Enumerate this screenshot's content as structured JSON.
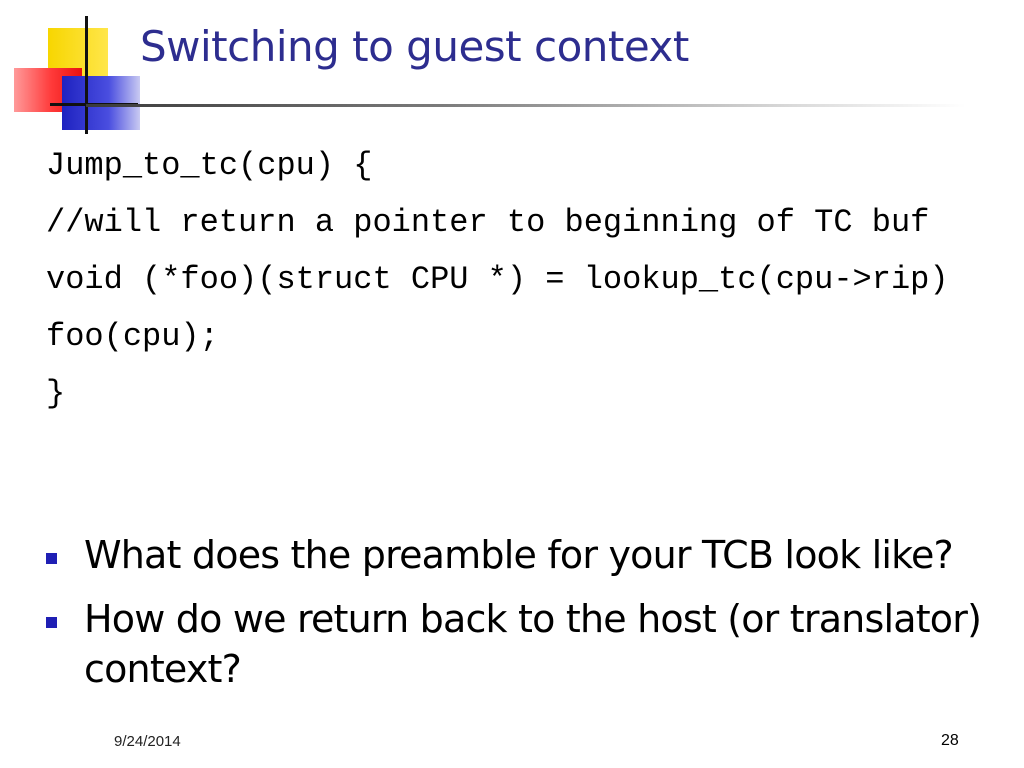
{
  "slide": {
    "title": "Switching to guest context",
    "code_lines": [
      "Jump_to_tc(cpu) {",
      "//will return a pointer to beginning of TC buf",
      "void (*foo)(struct CPU *) = lookup_tc(cpu->rip)",
      "foo(cpu);",
      "}"
    ],
    "bullets": [
      "What does the preamble for your TCB look like?",
      "How do we return back to the host (or translator) context?"
    ],
    "footer": {
      "date": "9/24/2014",
      "page_number": "28"
    }
  },
  "colors": {
    "title": "#2d2d8f",
    "bullet_marker": "#1f1fb4"
  }
}
